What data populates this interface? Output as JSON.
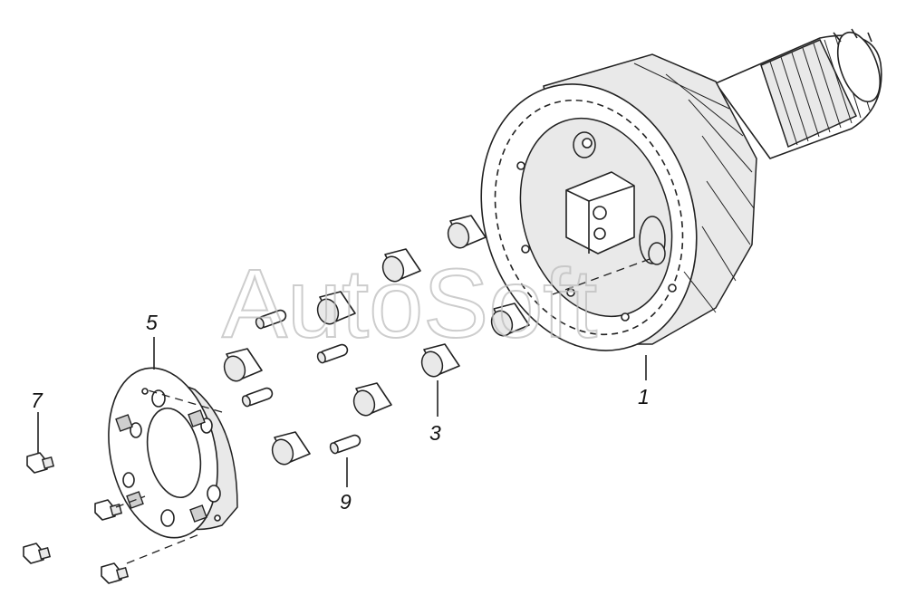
{
  "watermark": "AutoSoft",
  "callouts": [
    {
      "id": "1",
      "text": "1"
    },
    {
      "id": "3",
      "text": "3"
    },
    {
      "id": "5",
      "text": "5"
    },
    {
      "id": "7",
      "text": "7"
    },
    {
      "id": "9",
      "text": "9"
    }
  ]
}
